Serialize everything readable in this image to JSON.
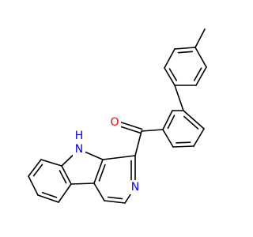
{
  "molecule": {
    "labels": {
      "oxygen": "O",
      "pyridine_nitrogen": "N",
      "indole_nitrogen": "N",
      "indole_hydrogen": "H"
    },
    "colors": {
      "bond": "#000000",
      "oxygen": "#ff0000",
      "nitrogen": "#0000ff",
      "background": "#ffffff"
    }
  }
}
